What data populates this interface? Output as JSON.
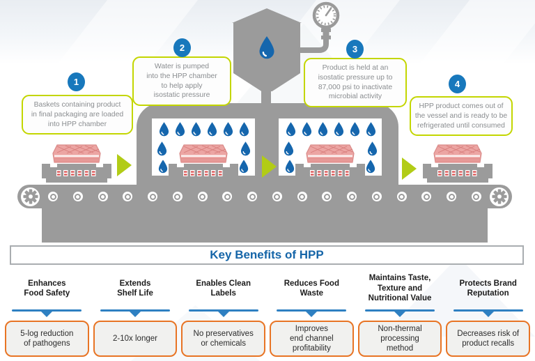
{
  "steps": [
    {
      "number": "1",
      "text": "Baskets containing product\nin final packaging are loaded\ninto HPP chamber"
    },
    {
      "number": "2",
      "text": "Water is pumped\ninto the HPP chamber\nto help apply\nisostatic pressure"
    },
    {
      "number": "3",
      "text": "Product is held at an\nisostatic pressure up to\n87,000 psi to inactivate\nmicrobial activity"
    },
    {
      "number": "4",
      "text": "HPP product comes out of\nthe vessel and is ready to be\nrefrigerated until consumed"
    }
  ],
  "benefits_title": "Key Benefits of HPP",
  "benefits": [
    {
      "heading": "Enhances\nFood Safety",
      "detail": "5-log reduction\nof pathogens"
    },
    {
      "heading": "Extends\nShelf Life",
      "detail": "2-10x longer"
    },
    {
      "heading": "Enables Clean\nLabels",
      "detail": "No preservatives\nor chemicals"
    },
    {
      "heading": "Reduces Food\nWaste",
      "detail": "Improves\nend channel\nprofitability"
    },
    {
      "heading": "Maintains Taste,\nTexture and\nNutritional Value",
      "detail": "Non-thermal\nprocessing\nmethod"
    },
    {
      "heading": "Protects Brand\nReputation",
      "detail": "Decreases risk of\nproduct recalls"
    }
  ],
  "icons": {
    "tank_drop": "water-droplet-icon",
    "chamber_drop": "water-droplet-icon",
    "gauge": "pressure-gauge-icon",
    "gear": "gear-icon",
    "flow_arrow": "flow-arrow-icon"
  },
  "colors": {
    "step_badge_blue": "#1878bc",
    "callout_border_lime": "#c3d600",
    "machine_gray": "#9b9b9b",
    "droplet_blue": "#1566ad",
    "arrow_green": "#b2cc16",
    "benefits_title_blue": "#1565a8",
    "pointer_blue": "#2e80c2",
    "benefit_border_orange": "#e87424",
    "benefit_box_bg": "#f1f1ef",
    "product_pink": "#eca5a3"
  }
}
